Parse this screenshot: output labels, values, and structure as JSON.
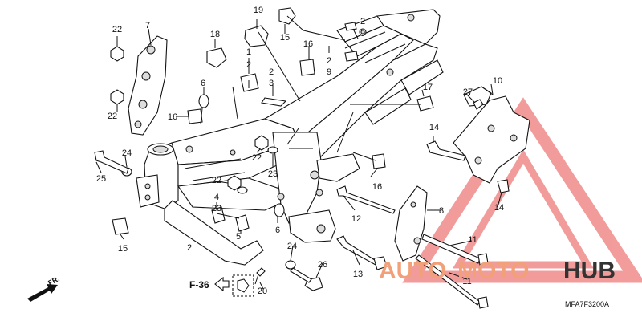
{
  "labels": {
    "p1": "1",
    "p2a": "2",
    "p2b": "2",
    "p2c": "2",
    "p2d": "2",
    "p3": "3",
    "p4": "4",
    "p5": "5",
    "p6a": "6",
    "p6b": "6",
    "p7": "7",
    "p8": "8",
    "p9a": "9",
    "p9b": "9",
    "p10": "10",
    "p11a": "11",
    "p11b": "11",
    "p12": "12",
    "p13": "13",
    "p14a": "14",
    "p14b": "14",
    "p15a": "15",
    "p15b": "15",
    "p16a": "16",
    "p16b": "16",
    "p16c": "16",
    "p17": "17",
    "p18": "18",
    "p19": "19",
    "p20": "20",
    "p22a": "22",
    "p22b": "22",
    "p22c": "22",
    "p22d": "22",
    "p23a": "23",
    "p23b": "23",
    "p24a": "24",
    "p24b": "24",
    "p25": "25",
    "p26": "26",
    "p27": "27"
  },
  "ref_code": "F-36",
  "front_marker": "FR.",
  "diagram_code": "MFA7F3200A",
  "watermark": {
    "brand_a": "AUTO",
    "brand_b": "MOTO",
    "brand_c": "HUB",
    "color_a": "#f2a07a",
    "color_b": "#f2a07a",
    "color_c": "#333333",
    "triangle_color": "#e94b4b"
  }
}
